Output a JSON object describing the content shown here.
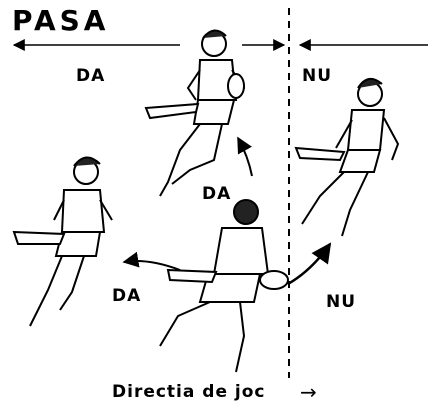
{
  "title": "PASA",
  "labels": {
    "yes_top_left": "DA",
    "no_top_right": "NU",
    "yes_middle": "DA",
    "yes_bottom_left": "DA",
    "no_bottom_right": "NU"
  },
  "caption": "Directia de joc",
  "caption_arrow": "→"
}
